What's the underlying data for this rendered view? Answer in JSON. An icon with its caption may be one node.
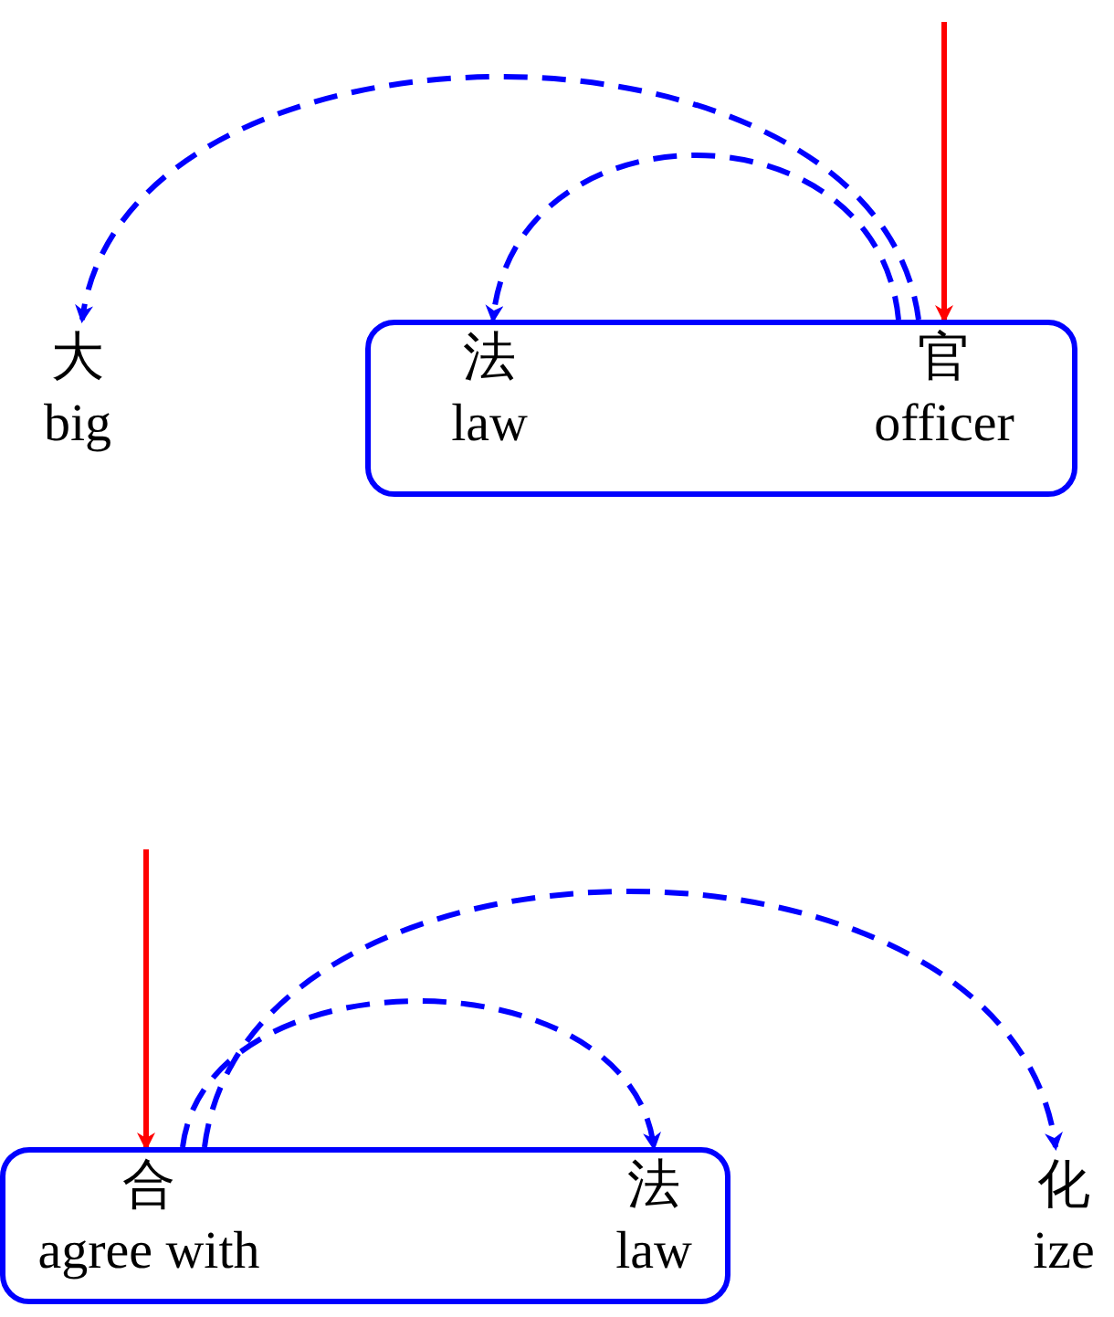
{
  "diagram": {
    "nodes": [
      {
        "text": [
          "大",
          "big"
        ]
      },
      {
        "text": [],
        "shape": "box"
      },
      {
        "text": [
          "法",
          "law"
        ],
        "in": 1
      },
      {
        "text": [
          "官",
          "officer"
        ],
        "in": 1
      },
      {
        "text": [],
        "shape": "box"
      },
      {
        "text": [
          "合",
          "agree with"
        ],
        "in": 4
      },
      {
        "text": [
          "法",
          "law"
        ],
        "in": 4
      },
      {
        "text": [
          "化",
          "ize"
        ]
      }
    ],
    "edges": [
      {
        "from": null,
        "to": 3,
        "arrow": "to",
        "color": "#ff0000"
      },
      {
        "from": 3,
        "to": 2,
        "arrow": "to",
        "style": "dashed"
      },
      {
        "from": 3,
        "to": 0,
        "arrow": "to",
        "style": "dashed"
      },
      {
        "from": null,
        "to": 5,
        "arrow": "to",
        "color": "#ff0000"
      },
      {
        "from": 5,
        "to": 6,
        "arrow": "to",
        "style": "dashed"
      },
      {
        "from": 5,
        "to": 7,
        "arrow": "to",
        "style": "dashed"
      }
    ]
  }
}
